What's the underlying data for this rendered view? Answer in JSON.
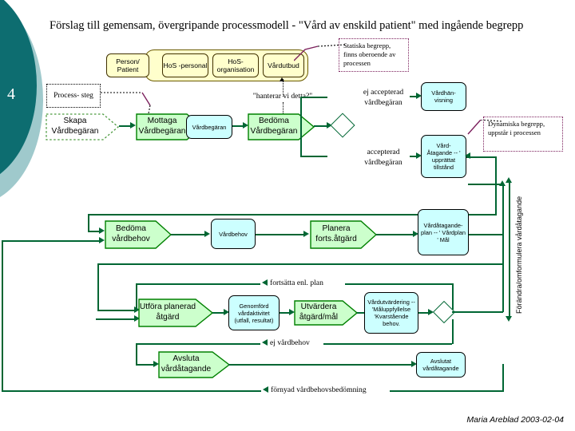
{
  "slide": {
    "number": "4",
    "title": "Förslag till gemensam, övergripande processmodell - \"Vård av enskild patient\" med ingående begrepp",
    "signature": "Maria Areblad 2003-02-04"
  },
  "static_concepts": {
    "callout": "Statiska begrepp, finns oberoende av processen",
    "boxes": [
      {
        "label": "Person/ Patient"
      },
      {
        "label": "HoS -personal"
      },
      {
        "label": "HoS- organisation"
      },
      {
        "label": "Vårdutbud"
      }
    ]
  },
  "dynamic_concepts": {
    "callout": "Dynamiska begrepp, uppstår i processen"
  },
  "legend": {
    "process_step": "Process- steg",
    "question": "\"hanterar vi detta?\""
  },
  "flow": {
    "row1": {
      "skapa": "Skapa Vårdbegäran",
      "mottaga": "Mottaga Vårdbegäran",
      "vardbegaran": "Vårdbegäran",
      "bedoma": "Bedöma Vårdbegäran"
    },
    "decision1": {
      "rejected_label": "ej accepterad vårdbegäran",
      "accepted_label": "accepterad vårdbegäran",
      "rejected_target": "Vårdhän- visning",
      "accepted_target": "Vård- Åtagande -- ' upprättat tillstånd"
    },
    "row2": {
      "bedoma_behov": "Bedöma vårdbehov",
      "vardbehov": "Vårdbehov",
      "planera": "Planera forts.åtgärd",
      "plan": "Vårdåtagande- plan -- ' Vårdplan ' Mål"
    },
    "row3": {
      "utfora": "Utföra planerad åtgärd",
      "genomford": "Genomförd vårdaktivitet (utfall, resultat)",
      "utvardera": "Utvärdera åtgärd/mål",
      "utvardering": "Vårdutvärdering -- 'Måluppfyllelse 'Kvarstående behov."
    },
    "row4": {
      "avsluta": "Avsluta vårdåtagande",
      "avslutat": "Avslutat vårdåtagande"
    },
    "loop_labels": {
      "continue": "fortsätta enl. plan",
      "no_need": "ej vårdbehov",
      "renew": "förnyad vårdbehovsbedömning",
      "vertical": "Förändra/omformulera vårdåtagande"
    }
  },
  "colors": {
    "process_fill": "#ccffcc",
    "process_stroke": "#008000",
    "concept_fill": "#ccffff",
    "concept_stroke": "#000000",
    "static_fill": "#ffffcc",
    "connector": "#006633",
    "deco_teal": "#0d6d70",
    "deco_teal_light": "#9fc9cc",
    "callout_border": "#7b1f5c"
  }
}
